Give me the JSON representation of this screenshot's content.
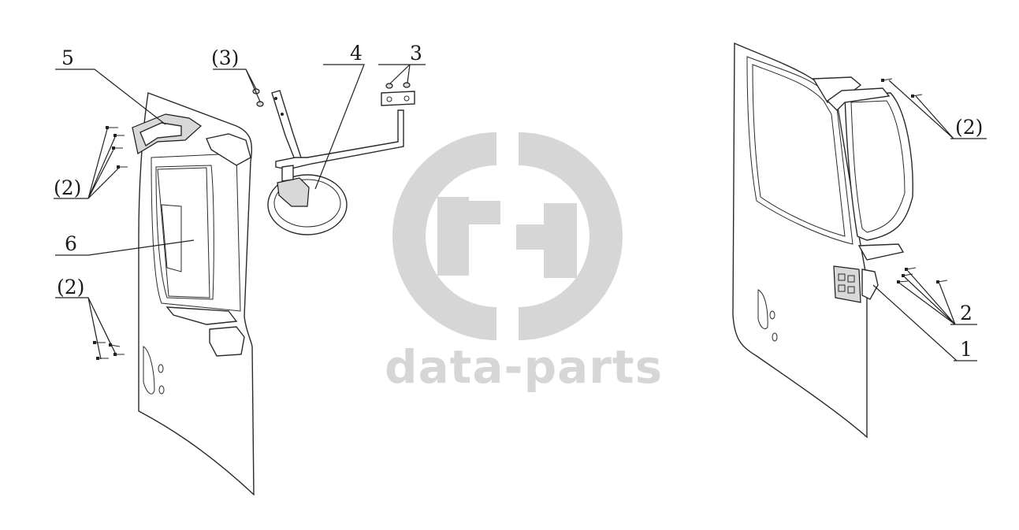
{
  "callouts": {
    "c5": "5",
    "c3_paren": "(3)",
    "c4": "4",
    "c3": "3",
    "c2_left_top": "(2)",
    "c6": "6",
    "c2_left_bottom": "(2)",
    "c2_right_top": "(2)",
    "c2_right": "2",
    "c1": "1"
  },
  "watermark": {
    "text": "data-parts",
    "color": "#d6d6d6"
  },
  "colors": {
    "line": "#222222",
    "background": "#ffffff"
  }
}
